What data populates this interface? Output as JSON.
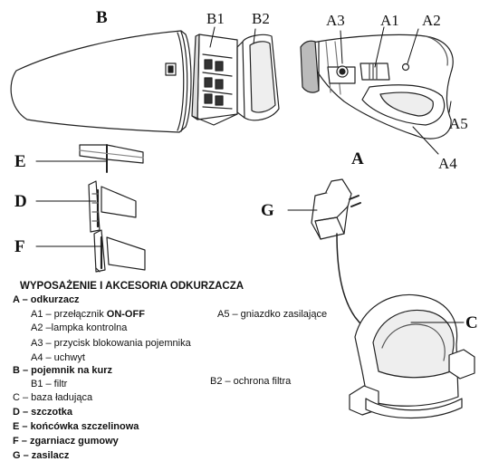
{
  "callouts": {
    "A": "A",
    "A1": "A1",
    "A2": "A2",
    "A3": "A3",
    "A4": "A4",
    "A5": "A5",
    "B": "B",
    "B1": "B1",
    "B2": "B2",
    "C": "C",
    "D": "D",
    "E": "E",
    "F": "F",
    "G": "G"
  },
  "legend": {
    "heading": "WYPOSAŻENIE I AKCESORIA ODKURZACZA",
    "a": "A – odkurzacz",
    "a1_prefix": "A1 – przełącznik ",
    "a1_emph": "ON-OFF",
    "a2": "A2 –lampka kontrolna",
    "a3": "A3 – przycisk blokowania pojemnika",
    "a4": "A4 – uchwyt",
    "a5": "A5 – gniazdko zasilające",
    "b": "B – pojemnik na kurz",
    "b1": "B1 – filtr",
    "b2": "B2 – ochrona filtra",
    "c": "C – baza ładująca",
    "d": "D – szczotka",
    "e": "E – końcówka szczelinowa",
    "f": "F – zgarniacz gumowy",
    "g": "G – zasilacz"
  }
}
